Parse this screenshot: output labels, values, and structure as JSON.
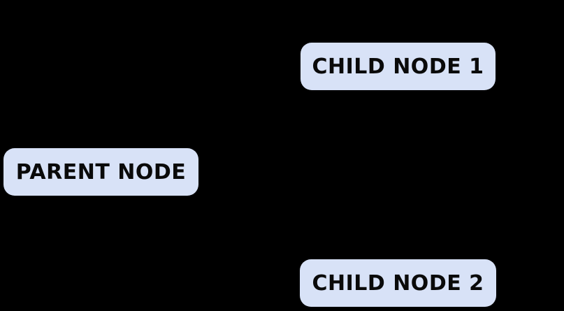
{
  "diagram": {
    "colors": {
      "background": "#000000",
      "node_fill": "#D8E2F7",
      "node_text": "#0A0A0A"
    },
    "nodes": [
      {
        "id": "parent",
        "label": "PARENT NODE"
      },
      {
        "id": "child1",
        "label": "CHILD NODE 1"
      },
      {
        "id": "child2",
        "label": "CHILD NODE 2"
      }
    ]
  }
}
